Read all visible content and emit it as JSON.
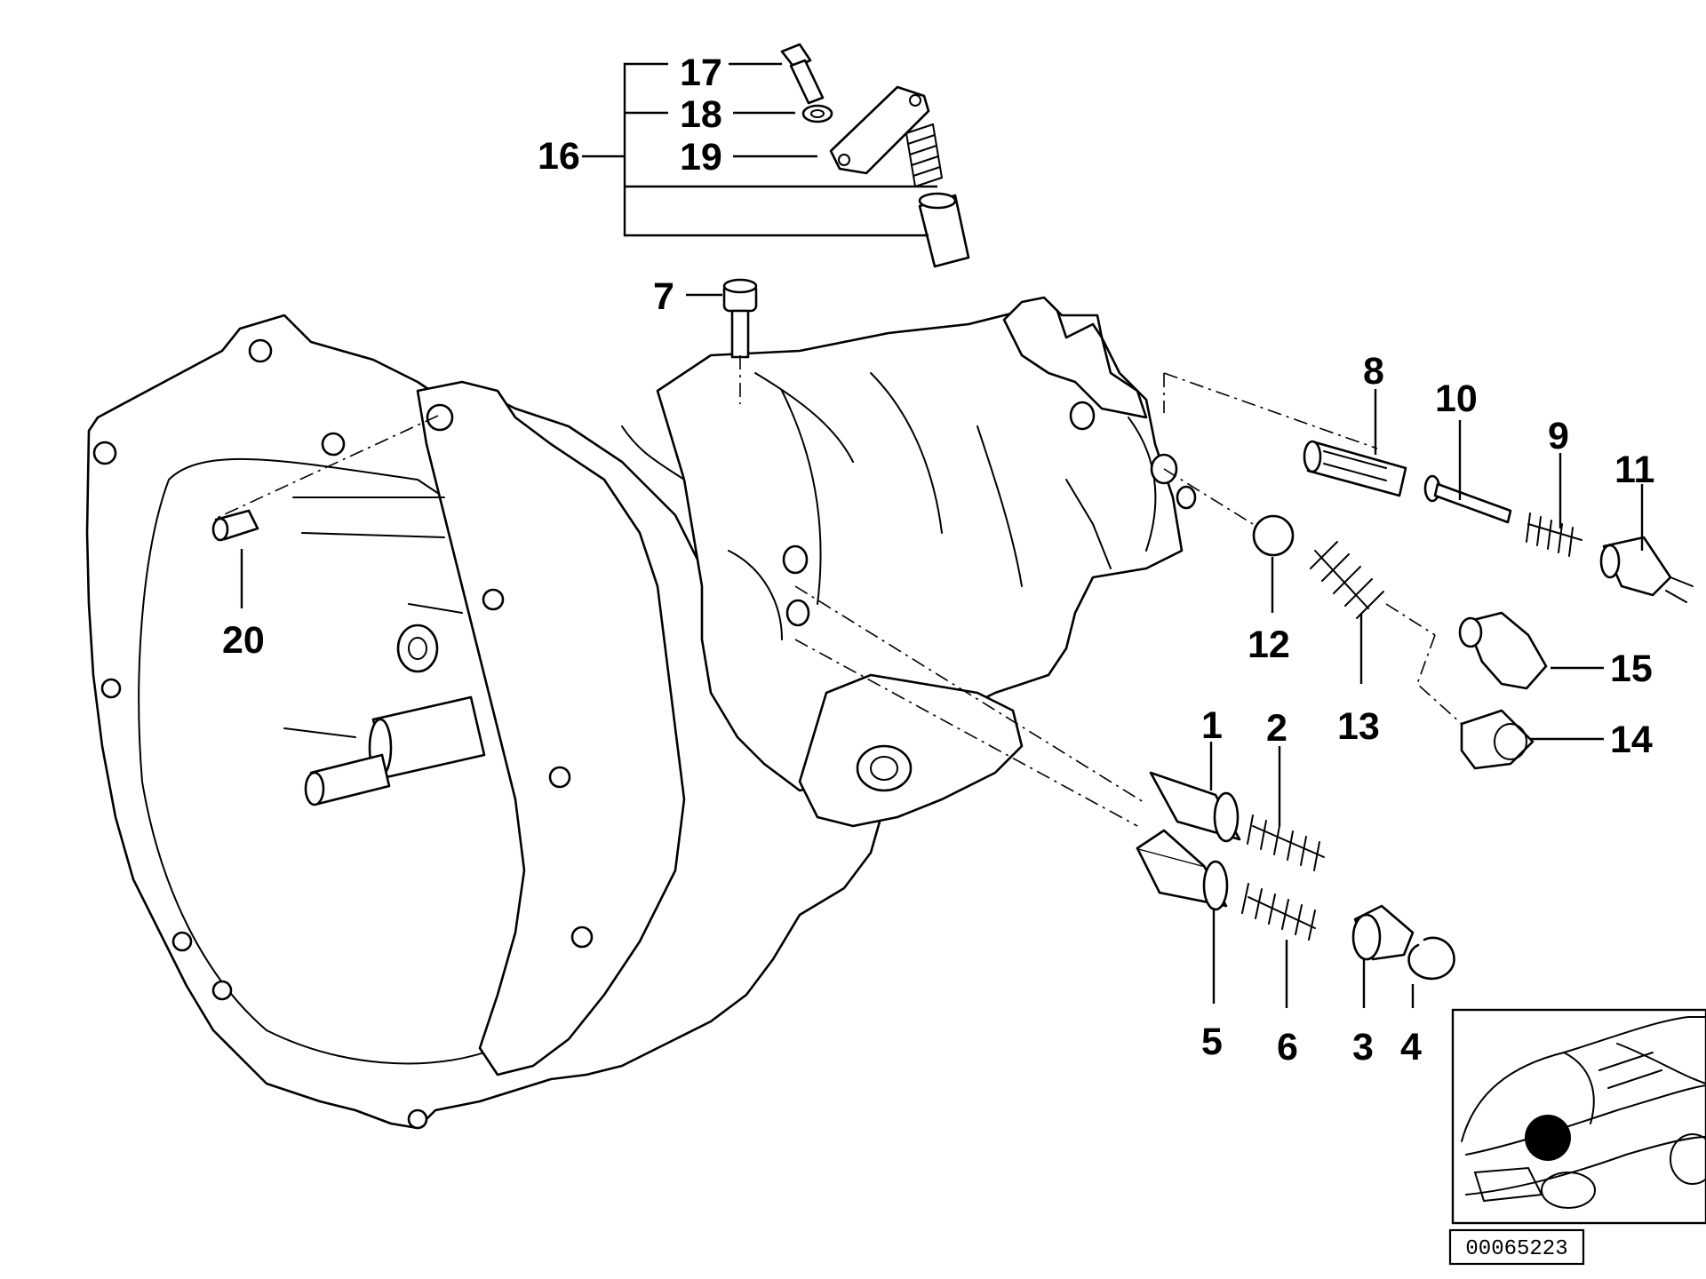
{
  "diagram": {
    "callouts": [
      "1",
      "2",
      "3",
      "4",
      "5",
      "6",
      "7",
      "8",
      "9",
      "10",
      "11",
      "12",
      "13",
      "14",
      "15",
      "16",
      "17",
      "18",
      "19",
      "20"
    ],
    "reference_code": "00065223"
  },
  "colors": {
    "ink": "#000000",
    "paper": "#ffffff"
  }
}
